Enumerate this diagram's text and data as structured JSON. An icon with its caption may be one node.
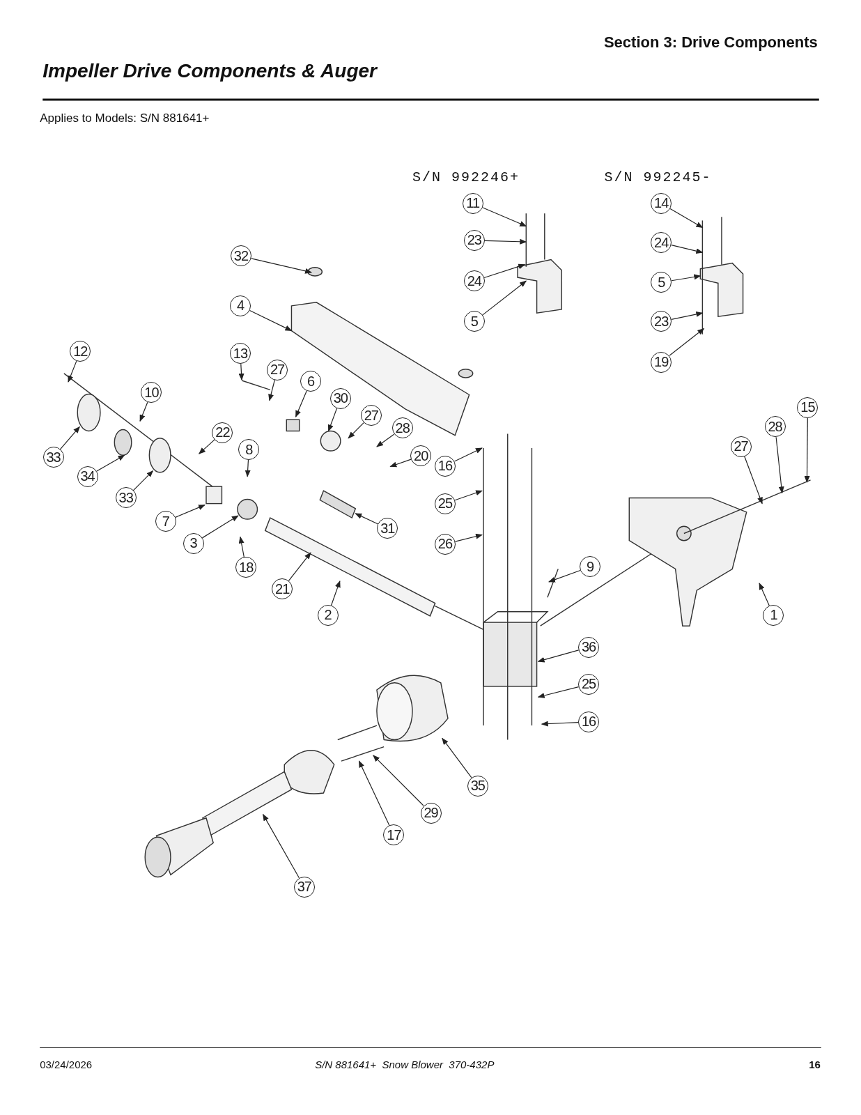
{
  "diagram": {
    "title": "Impeller Drive Components & Auger",
    "nodes": [
      {
        "text": [
          "11"
        ]
      },
      {
        "text": [
          "23"
        ]
      },
      {
        "text": [
          "24"
        ]
      },
      {
        "text": [
          "5"
        ]
      },
      {
        "text": [
          "14"
        ]
      },
      {
        "text": [
          "24"
        ]
      },
      {
        "text": [
          "5"
        ]
      },
      {
        "text": [
          "23"
        ]
      },
      {
        "text": [
          "19"
        ]
      },
      {
        "text": [
          "32"
        ]
      },
      {
        "text": [
          "4"
        ]
      },
      {
        "text": [
          "12"
        ]
      },
      {
        "text": [
          "10"
        ]
      },
      {
        "text": [
          "13"
        ]
      },
      {
        "text": [
          "27"
        ]
      },
      {
        "text": [
          "6"
        ]
      },
      {
        "text": [
          "30"
        ]
      },
      {
        "text": [
          "27"
        ]
      },
      {
        "text": [
          "28"
        ]
      },
      {
        "text": [
          "20"
        ]
      },
      {
        "text": [
          "22"
        ]
      },
      {
        "text": [
          "33"
        ]
      },
      {
        "text": [
          "34"
        ]
      },
      {
        "text": [
          "33"
        ]
      },
      {
        "text": [
          "8"
        ]
      },
      {
        "text": [
          "7"
        ]
      },
      {
        "text": [
          "3"
        ]
      },
      {
        "text": [
          "18"
        ]
      },
      {
        "text": [
          "31"
        ]
      },
      {
        "text": [
          "21"
        ]
      },
      {
        "text": [
          "2"
        ]
      },
      {
        "text": [
          "16"
        ]
      },
      {
        "text": [
          "25"
        ]
      },
      {
        "text": [
          "26"
        ]
      },
      {
        "text": [
          "9"
        ]
      },
      {
        "text": [
          "36"
        ]
      },
      {
        "text": [
          "25"
        ]
      },
      {
        "text": [
          "16"
        ]
      },
      {
        "text": [
          "35"
        ]
      },
      {
        "text": [
          "29"
        ]
      },
      {
        "text": [
          "17"
        ]
      },
      {
        "text": [
          "37"
        ]
      },
      {
        "text": [
          "15"
        ]
      },
      {
        "text": [
          "28"
        ]
      },
      {
        "text": [
          "27"
        ]
      },
      {
        "text": [
          "1"
        ]
      }
    ],
    "edges": [
      {
        "from": 0,
        "to": null,
        "arrow": "to"
      },
      {
        "from": 1,
        "to": null,
        "arrow": "to"
      },
      {
        "from": 2,
        "to": null,
        "arrow": "to"
      },
      {
        "from": 3,
        "to": null,
        "arrow": "to"
      },
      {
        "from": 4,
        "to": null,
        "arrow": "to"
      },
      {
        "from": 5,
        "to": null,
        "arrow": "to"
      },
      {
        "from": 6,
        "to": null,
        "arrow": "to"
      },
      {
        "from": 7,
        "to": null,
        "arrow": "to"
      },
      {
        "from": 8,
        "to": null,
        "arrow": "to"
      },
      {
        "from": 9,
        "to": null,
        "arrow": "to"
      },
      {
        "from": 10,
        "to": null,
        "arrow": "to"
      },
      {
        "from": 11,
        "to": null,
        "arrow": "to"
      },
      {
        "from": 12,
        "to": null,
        "arrow": "to"
      },
      {
        "from": 13,
        "to": null,
        "arrow": "to"
      },
      {
        "from": 14,
        "to": null,
        "arrow": "to"
      },
      {
        "from": 15,
        "to": null,
        "arrow": "to"
      },
      {
        "from": 16,
        "to": null,
        "arrow": "to"
      },
      {
        "from": 17,
        "to": null,
        "arrow": "to"
      },
      {
        "from": 18,
        "to": null,
        "arrow": "to"
      },
      {
        "from": 19,
        "to": null,
        "arrow": "to"
      },
      {
        "from": 20,
        "to": null,
        "arrow": "to"
      },
      {
        "from": 21,
        "to": null,
        "arrow": "to"
      },
      {
        "from": 22,
        "to": null,
        "arrow": "to"
      },
      {
        "from": 23,
        "to": null,
        "arrow": "to"
      },
      {
        "from": 24,
        "to": null,
        "arrow": "to"
      },
      {
        "from": 25,
        "to": null,
        "arrow": "to"
      },
      {
        "from": 26,
        "to": null,
        "arrow": "to"
      },
      {
        "from": 27,
        "to": null,
        "arrow": "to"
      },
      {
        "from": 28,
        "to": null,
        "arrow": "to"
      },
      {
        "from": 29,
        "to": null,
        "arrow": "to"
      },
      {
        "from": 30,
        "to": null,
        "arrow": "to"
      },
      {
        "from": 31,
        "to": null,
        "arrow": "to"
      },
      {
        "from": 32,
        "to": null,
        "arrow": "to"
      },
      {
        "from": 33,
        "to": null,
        "arrow": "to"
      },
      {
        "from": 34,
        "to": null,
        "arrow": "to"
      },
      {
        "from": 35,
        "to": null,
        "arrow": "to"
      },
      {
        "from": 36,
        "to": null,
        "arrow": "to"
      },
      {
        "from": 37,
        "to": null,
        "arrow": "to"
      },
      {
        "from": 38,
        "to": null,
        "arrow": "to"
      },
      {
        "from": 39,
        "to": null,
        "arrow": "to"
      },
      {
        "from": 40,
        "to": null,
        "arrow": "to"
      },
      {
        "from": 41,
        "to": null,
        "arrow": "to"
      },
      {
        "from": 42,
        "to": null,
        "arrow": "to"
      },
      {
        "from": 43,
        "to": null,
        "arrow": "to"
      },
      {
        "from": 44,
        "to": null,
        "arrow": "to"
      },
      {
        "from": 45,
        "to": null,
        "arrow": "to"
      }
    ],
    "labels": [
      "Section 3: Drive Components",
      "Applies to Models: S/N 881641+",
      "S/N 992246+",
      "S/N 992245-",
      "03/24/2026",
      "S/N 881641+  Snow Blower  370-432P",
      "16"
    ]
  }
}
